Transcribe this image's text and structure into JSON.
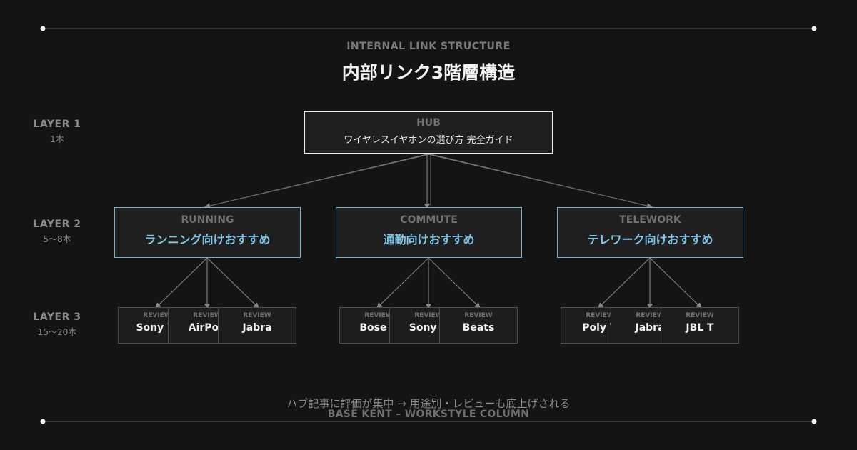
{
  "header": {
    "eyebrow": "INTERNAL LINK STRUCTURE",
    "title": "内部リンク3階層構造"
  },
  "layers": [
    {
      "name": "LAYER 1",
      "count": "1本"
    },
    {
      "name": "LAYER 2",
      "count": "5〜8本"
    },
    {
      "name": "LAYER 3",
      "count": "15〜20本"
    }
  ],
  "hub": {
    "tag": "HUB",
    "text": "ワイヤレスイヤホンの選び方 完全ガイド"
  },
  "categories": [
    {
      "tag": "RUNNING",
      "text": "ランニング向けおすすめ",
      "reviews": [
        {
          "tag": "REVIEW",
          "text": "Sony W"
        },
        {
          "tag": "REVIEW",
          "text": "AirPod"
        },
        {
          "tag": "REVIEW",
          "text": "Jabra"
        }
      ]
    },
    {
      "tag": "COMMUTE",
      "text": "通勤向けおすすめ",
      "reviews": [
        {
          "tag": "REVIEW",
          "text": "Bose C"
        },
        {
          "tag": "REVIEW",
          "text": "Sony X"
        },
        {
          "tag": "REVIEW",
          "text": "Beats"
        }
      ]
    },
    {
      "tag": "TELEWORK",
      "text": "テレワーク向けおすすめ",
      "reviews": [
        {
          "tag": "REVIEW",
          "text": "Poly V"
        },
        {
          "tag": "REVIEW",
          "text": "Jabra"
        },
        {
          "tag": "REVIEW",
          "text": "JBL T"
        }
      ]
    }
  ],
  "caption": "ハブ記事に評価が集中 → 用途別・レビューも底上げされる",
  "footer": "BASE KENT – WORKSTYLE COLUMN",
  "colors": {
    "background": "#141414",
    "accent": "#7fc6e6",
    "category_border": "#6fb4cf",
    "hub_border": "#f0f0f0"
  }
}
